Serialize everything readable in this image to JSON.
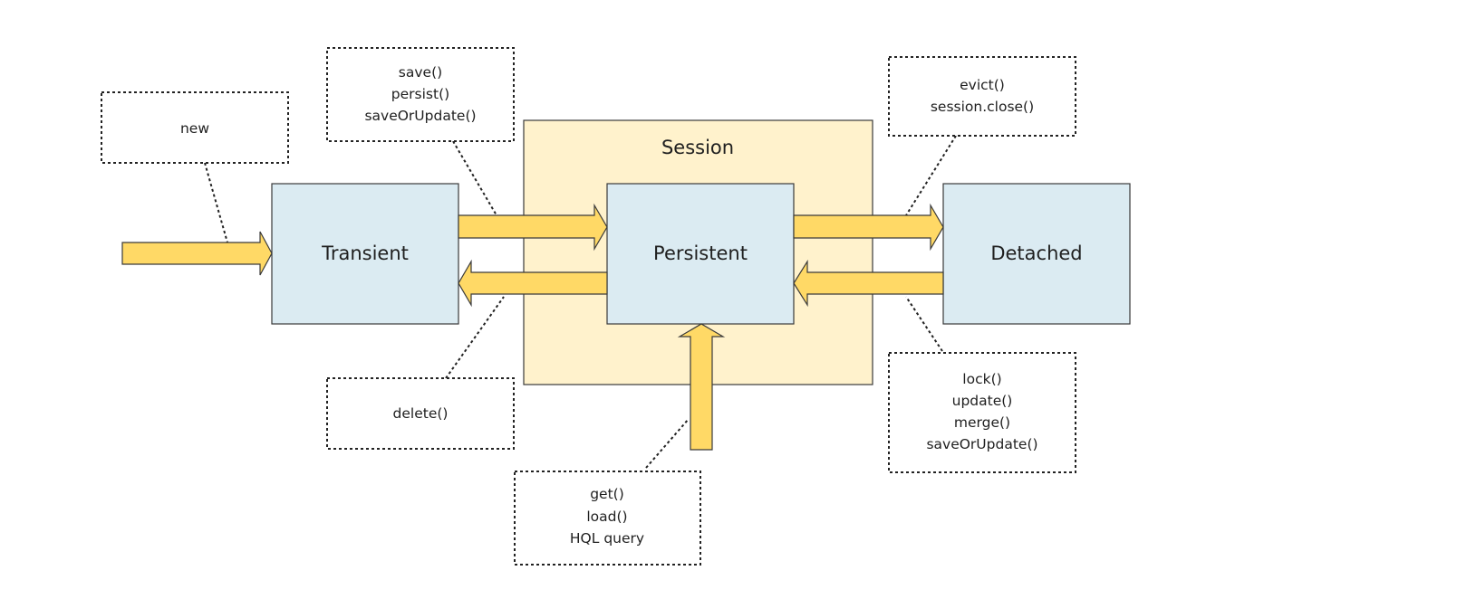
{
  "colors": {
    "background": "#ffffff",
    "session_fill": "#fff2cc",
    "state_fill": "#dbebf2",
    "arrow_fill": "#ffd966",
    "outline": "#3a3a3a",
    "dotted_line": "#222222",
    "text": "#1f1f1f"
  },
  "session": {
    "label": "Session"
  },
  "states": {
    "transient": "Transient",
    "persistent": "Persistent",
    "detached": "Detached"
  },
  "method_boxes": {
    "new": [
      "new"
    ],
    "save": [
      "save()",
      "persist()",
      "saveOrUpdate()"
    ],
    "delete": [
      "delete()"
    ],
    "get": [
      "get()",
      "load()",
      "HQL query"
    ],
    "evict": [
      "evict()",
      "session.close()"
    ],
    "lock": [
      "lock()",
      "update()",
      "merge()",
      "saveOrUpdate()"
    ]
  }
}
